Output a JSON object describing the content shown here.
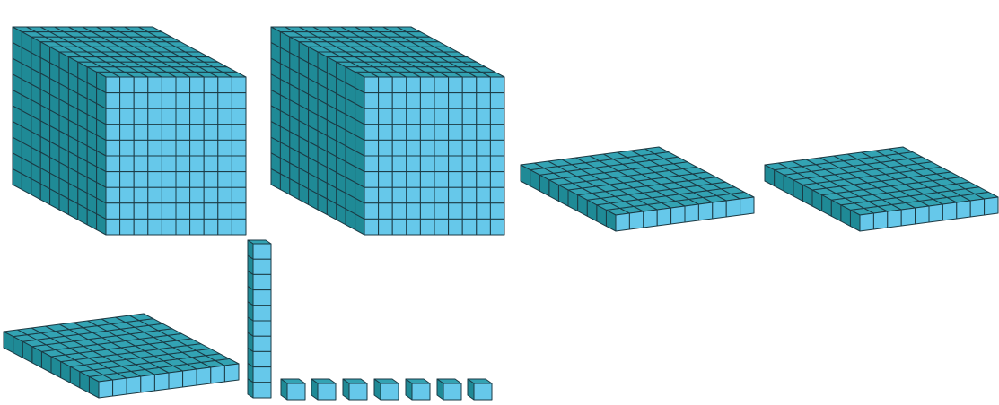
{
  "blocks": {
    "thousands": 2,
    "hundreds": 3,
    "tens": 1,
    "ones": 7
  },
  "colors": {
    "front": "#66c8ea",
    "top": "#33a3b3",
    "side": "#1f8a96",
    "edge": "#1b3a44"
  }
}
